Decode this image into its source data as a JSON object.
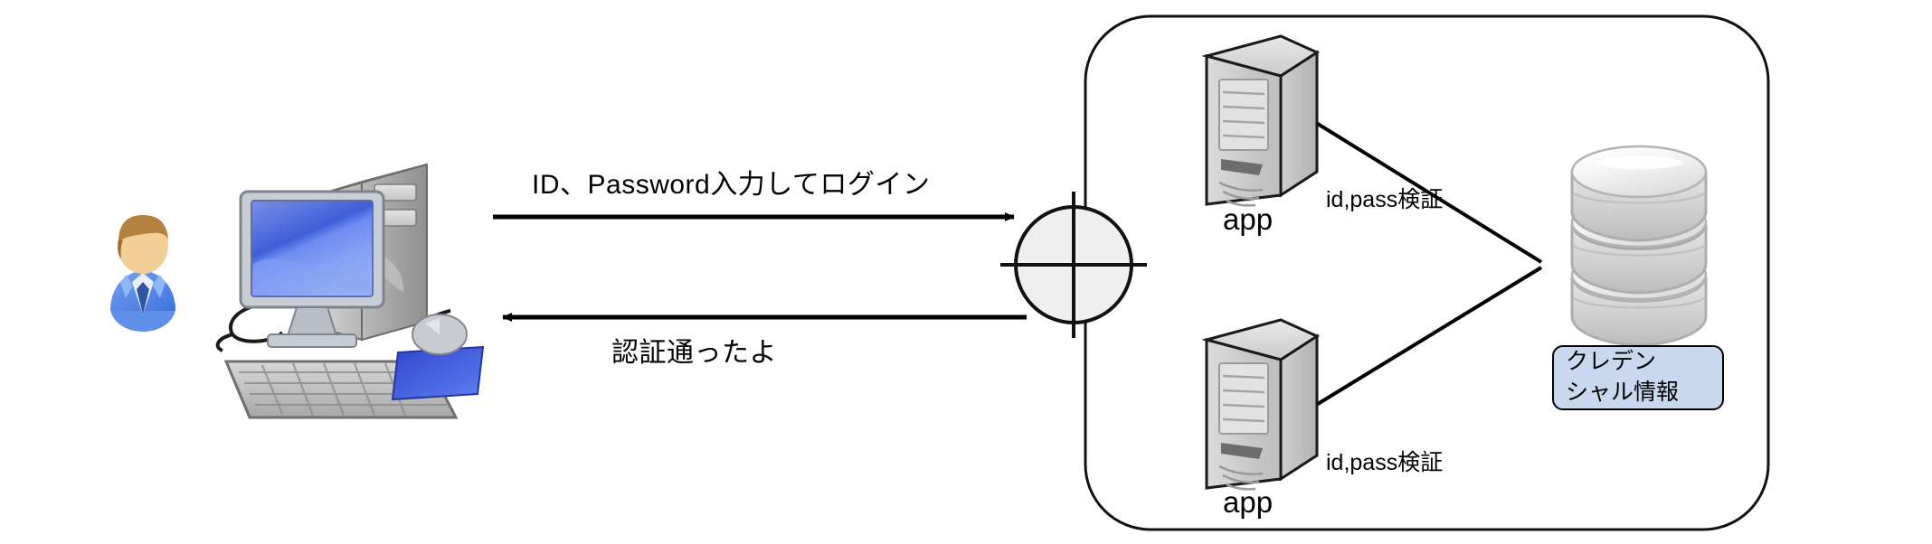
{
  "diagram": {
    "type": "authentication-flow-architecture",
    "background_color": "#ffffff",
    "actors": {
      "user_avatar": "user-person-icon",
      "client_computer": "desktop-computer-icon",
      "network_node": "network-circle-crosshair-icon"
    },
    "flows": [
      {
        "id": "login-request",
        "label": "ID、Password入力してログイン",
        "direction": "right",
        "from": "client-computer",
        "to": "network-node"
      },
      {
        "id": "auth-response",
        "label": "認証通ったよ",
        "direction": "left",
        "from": "network-node",
        "to": "client-computer"
      }
    ],
    "boundary": {
      "name": "service-boundary",
      "shape": "rounded-rectangle",
      "stroke_color": "#000000"
    },
    "servers": [
      {
        "id": "app-server-top",
        "label": "app",
        "connector_label": "id,pass検証",
        "icon": "server-tower-icon"
      },
      {
        "id": "app-server-bottom",
        "label": "app",
        "connector_label": "id,pass検証",
        "icon": "server-tower-icon"
      }
    ],
    "database": {
      "id": "credential-database",
      "icon": "database-cylinder-icon",
      "layers": 3
    },
    "credential_store": {
      "id": "credential-info-box",
      "lines": [
        "クレデン",
        "シャル情報"
      ],
      "fill_color": "#c8d8ef",
      "border_color": "#000000"
    }
  }
}
